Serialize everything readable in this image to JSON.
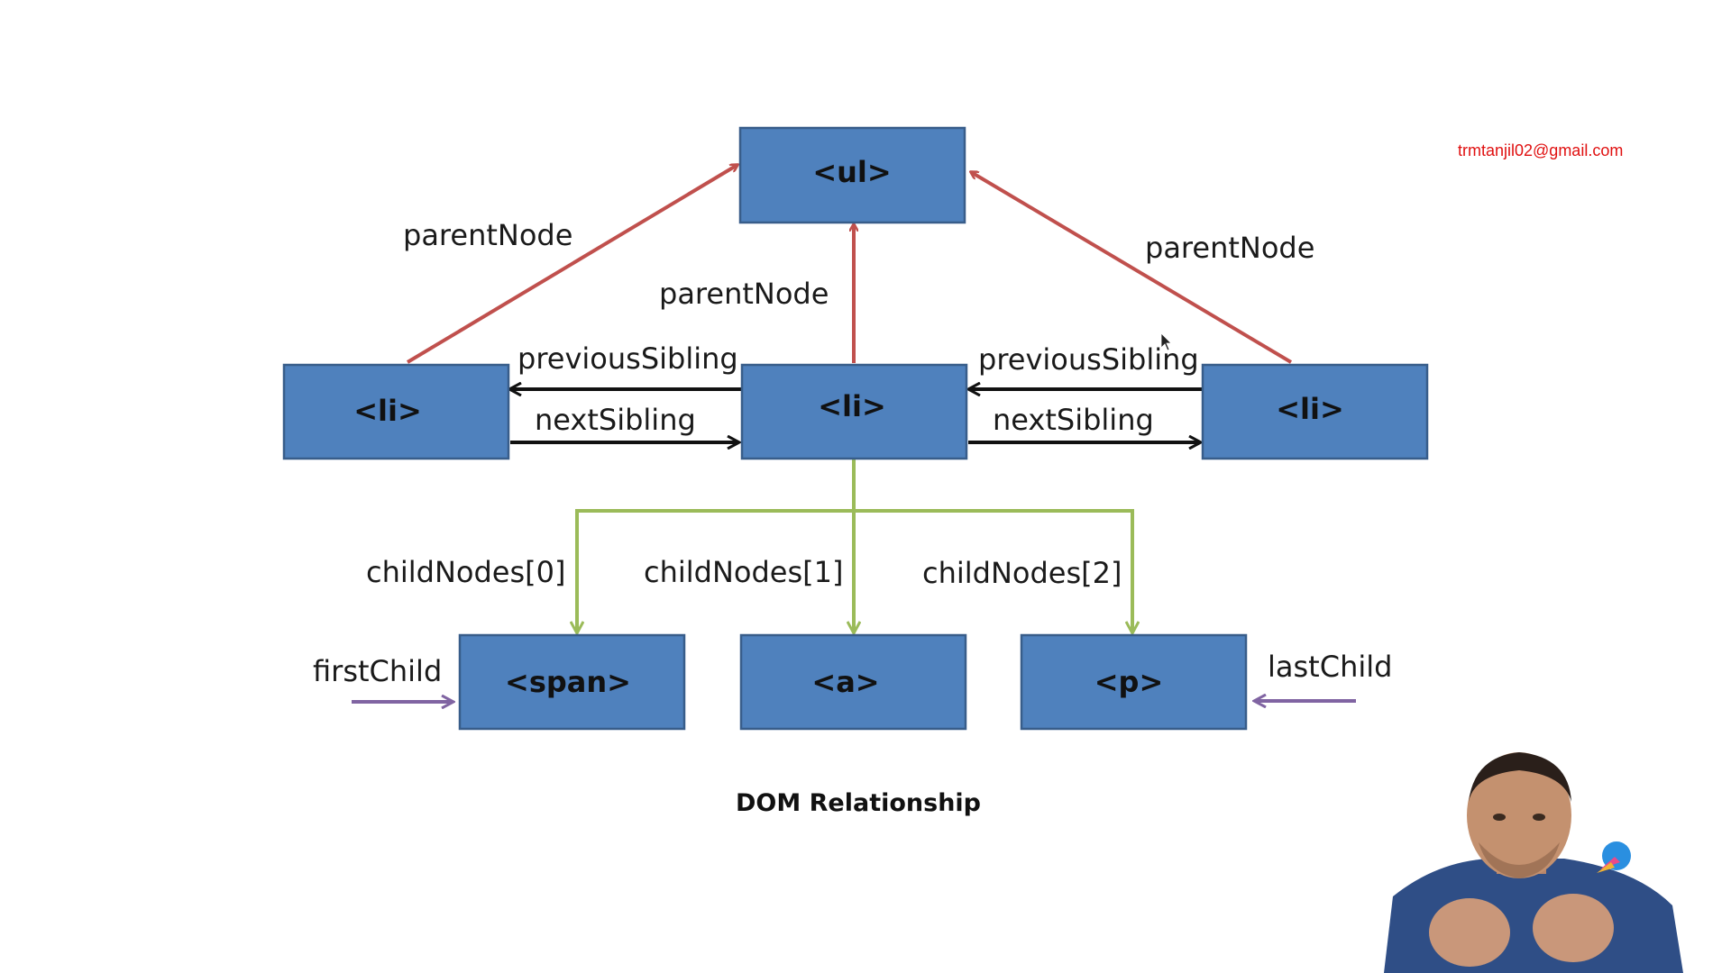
{
  "diagram": {
    "nodes": {
      "ul": "<ul>",
      "li_left": "<li>",
      "li_center": "<li>",
      "li_right": "<li>",
      "span": "<span>",
      "a": "<a>",
      "p": "<p>"
    },
    "edges": {
      "parent_left": "parentNode",
      "parent_center": "parentNode",
      "parent_right": "parentNode",
      "prev_sibling_left": "previousSibling",
      "prev_sibling_right": "previousSibling",
      "next_sibling_left": "nextSibling",
      "next_sibling_right": "nextSibling",
      "child_0": "childNodes[0]",
      "child_1": "childNodes[1]",
      "child_2": "childNodes[2]",
      "first_child": "firstChild",
      "last_child": "lastChild"
    },
    "caption": "DOM Relationship"
  },
  "overlay": {
    "email": "trmtanjil02@gmail.com"
  },
  "colors": {
    "box_fill": "#4f81bd",
    "box_border": "#385d8a",
    "parent_arrow": "#c0504d",
    "sibling_arrow": "#111111",
    "child_arrow": "#9bbb59",
    "first_last_arrow": "#8064a2",
    "email_text": "#e01010"
  }
}
